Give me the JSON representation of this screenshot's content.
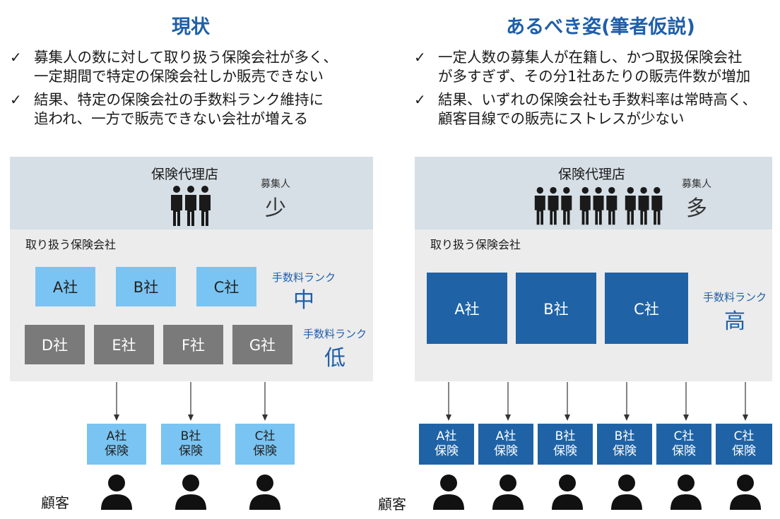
{
  "left": {
    "title": "現状",
    "bullets": [
      [
        "募集人の数に対して取り扱う保険会社が多く、",
        "一定期間で特定の保険会社しか販売できない"
      ],
      [
        "結果、特定の保険会社の手数料ランク維持に",
        "追われ、一方で販売できない会社が増える"
      ]
    ],
    "agency": "保険代理店",
    "recruiter_label": "募集人",
    "recruiter_value": "少",
    "companies_label": "取り扱う保険会社",
    "top_companies": [
      "A社",
      "B社",
      "C社"
    ],
    "top_rank_label": "手数料ランク",
    "top_rank_value": "中",
    "bottom_companies": [
      "D社",
      "E社",
      "F社",
      "G社"
    ],
    "bottom_rank_label": "手数料ランク",
    "bottom_rank_value": "低",
    "products": [
      [
        "A社",
        "保険"
      ],
      [
        "B社",
        "保険"
      ],
      [
        "C社",
        "保険"
      ]
    ],
    "customer_label": "顧客"
  },
  "right": {
    "title": "あるべき姿(筆者仮説)",
    "bullets": [
      [
        "一定人数の募集人が在籍し、かつ取扱保険会社",
        "が多すぎず、その分1社あたりの販売件数が増加"
      ],
      [
        "結果、いずれの保険会社も手数料率は常時高く、",
        "顧客目線での販売にストレスが少ない"
      ]
    ],
    "agency": "保険代理店",
    "recruiter_label": "募集人",
    "recruiter_value": "多",
    "companies_label": "取り扱う保険会社",
    "companies": [
      "A社",
      "B社",
      "C社"
    ],
    "rank_label": "手数料ランク",
    "rank_value": "高",
    "products": [
      [
        "A社",
        "保険"
      ],
      [
        "A社",
        "保険"
      ],
      [
        "B社",
        "保険"
      ],
      [
        "B社",
        "保険"
      ],
      [
        "C社",
        "保険"
      ],
      [
        "C社",
        "保険"
      ]
    ],
    "customer_label": "顧客"
  },
  "check_mark": "✓",
  "colors": {
    "title_blue": "#1f5fa8",
    "light_blue_box": "#79c4f2",
    "dark_blue_box": "#1f63a6",
    "gray_box": "#7a7a7a",
    "agency_header": "#d6dfe6",
    "company_area": "#ececec"
  },
  "icons": [
    "person-group-icon",
    "customer-icon",
    "check-icon",
    "arrow-down-icon"
  ]
}
